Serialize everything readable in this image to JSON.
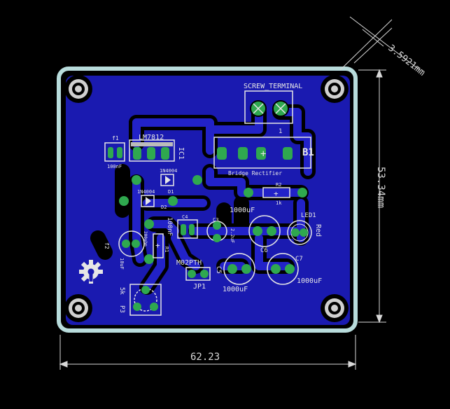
{
  "colors": {
    "background": "#000000",
    "board_outline": "#b8dcdc",
    "copper_pour": "#1a1ab0",
    "trace": "#1a1ab0",
    "isolation": "#000000",
    "pad": "#2fa84f",
    "silkscreen": "#e6e6e6",
    "dimension": "#d8d8d8"
  },
  "dimensions": {
    "width_label": "62.23",
    "height_label": "53.34mm",
    "diagonal_label": "3.5921mm"
  },
  "components": {
    "screw_terminal_label": "SCREW_TERMINAL",
    "screw_terminal_pin": "1",
    "bridge_ref": "B1",
    "bridge_value": "Bridge Rectifier",
    "regulator_value": "LM7812",
    "regulator_ref": "IC1",
    "f1_ref": "f1",
    "f1_value": "100nF",
    "d1_value": "1N4004",
    "d1_ref": "D1",
    "d2_value": "1N4004",
    "d2_ref": "D2",
    "c100nf_value": "100nF",
    "c4_ref": "C4",
    "c3_ref": "C3",
    "c3_value": "2.2uF",
    "r2_ref": "R2",
    "r2_value": "1k",
    "led_ref": "LED1",
    "led_value": "Red",
    "c1000_top_value": "1000uF",
    "c6_ref": "C6",
    "c7_ref": "C7",
    "c5_ref": "C5",
    "c5_value": "1000uF",
    "c7_value": "1000uF",
    "c2_ref": "f2",
    "c2_value": "10uF",
    "r1_ref": "R1",
    "r1_value": "200ohm",
    "jp1_value": "M02PTH",
    "jp1_ref": "JP1",
    "p3_ref": "P3",
    "p3_value": "5k"
  }
}
